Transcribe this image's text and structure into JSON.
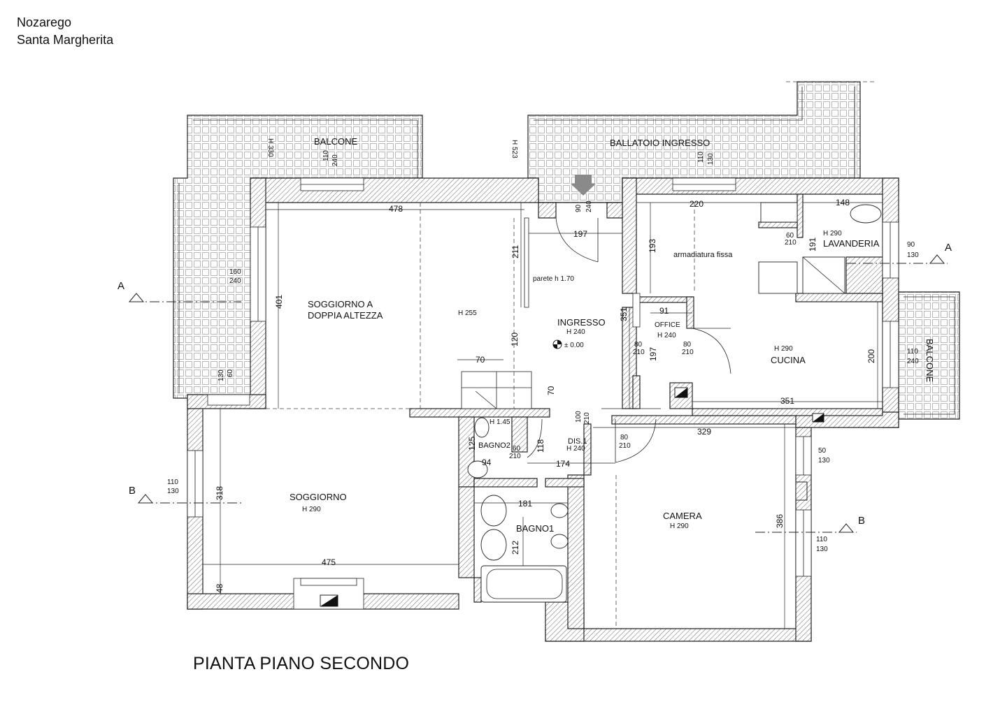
{
  "header": {
    "line1": "Nozarego",
    "line2": "Santa Margherita"
  },
  "title": "PIANTA PIANO SECONDO",
  "rooms": {
    "balcone_left": "BALCONE",
    "ballatoio": "BALLATOIO INGRESSO",
    "soggiorno_a_1": "SOGGIORNO A",
    "soggiorno_a_2": "DOPPIA ALTEZZA",
    "soggiorno_a_h": "H 255",
    "ingresso": "INGRESSO",
    "ingresso_h": "H 240",
    "level": "± 0.00",
    "parete": "parete h 1.70",
    "office": "OFFICE",
    "office_h": "H 240",
    "cucina": "CUCINA",
    "cucina_h": "H 290",
    "lavanderia": "LAVANDERIA",
    "lavanderia_h": "H 290",
    "armadiatura": "armadiatura fissa",
    "balcone_right": "BALCONE",
    "soggiorno": "SOGGIORNO",
    "soggiorno_h": "H 290",
    "bagno2": "BAGNO2",
    "bagno2_h": "H 1.45",
    "dis1": "DIS.1",
    "dis1_h": "H 240",
    "bagno1": "BAGNO1",
    "camera": "CAMERA",
    "camera_h": "H 290",
    "h330": "H 330",
    "h523": "H 523"
  },
  "dimensions": {
    "d478": "478",
    "d401": "401",
    "d211": "211",
    "d197a": "197",
    "d120": "120",
    "d70a": "70",
    "d70b": "70",
    "d351a": "351",
    "d220": "220",
    "d193": "193",
    "d148": "148",
    "d191": "191",
    "d91": "91",
    "d197b": "197",
    "d200": "200",
    "d351b": "351",
    "d329": "329",
    "d386": "386",
    "d318": "318",
    "d475": "475",
    "d48": "48",
    "d125": "125",
    "d94": "94",
    "d118": "118",
    "d174": "174",
    "d181": "181",
    "d212": "212",
    "w_balc_top_a": "110",
    "w_balc_top_b": "240",
    "w_ball_top_a": "110",
    "w_ball_top_b": "130",
    "w_left_a": "160",
    "w_left_b": "240",
    "w_small_a": "60",
    "w_small_b": "130",
    "w_door_a": "90",
    "w_door_b": "240",
    "w_lav_a": "90",
    "w_lav_b": "130",
    "w_cuc_a": "110",
    "w_cuc_b": "240",
    "w_sog_a": "110",
    "w_sog_b": "130",
    "w_cam1_a": "50",
    "w_cam1_b": "130",
    "w_cam2_a": "110",
    "w_cam2_b": "130",
    "p60_a": "60",
    "p60_b": "210",
    "p80_a": "80",
    "p80_b": "210",
    "p80b_a": "80",
    "p80b_b": "210",
    "p100_a": "100",
    "p100_b": "210",
    "p80c_a": "80",
    "p80c_b": "210",
    "p60c_a": "60",
    "p60c_b": "210"
  },
  "sections": {
    "a_left": "A",
    "a_right": "A",
    "b_left": "B",
    "b_right": "B"
  }
}
